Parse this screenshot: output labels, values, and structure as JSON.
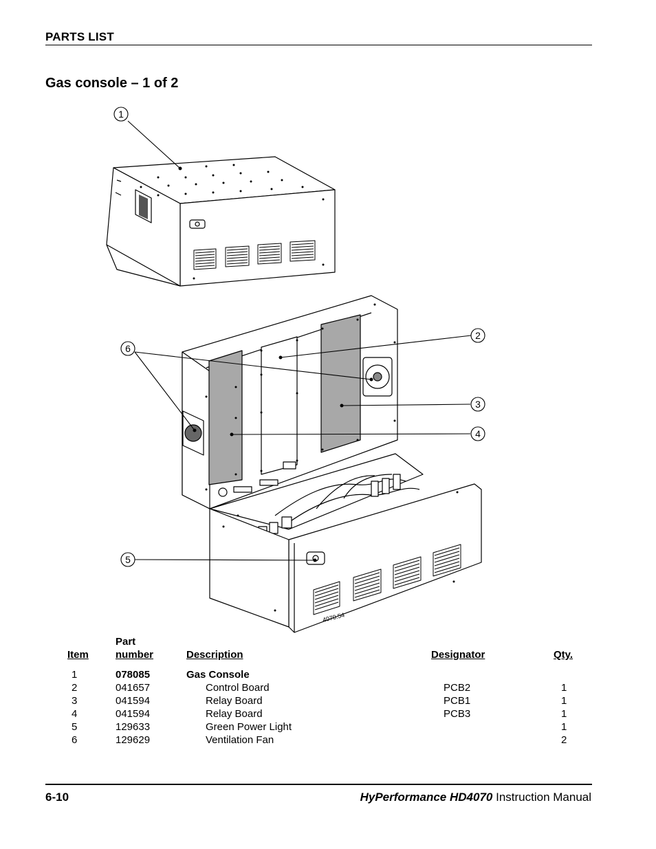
{
  "header": {
    "section": "PARTS LIST"
  },
  "page_title": "Gas console – 1 of 2",
  "figure": {
    "callouts": [
      "1",
      "2",
      "3",
      "4",
      "5",
      "6"
    ],
    "drawing_code": "4070.54"
  },
  "table": {
    "headers": {
      "item": "Item",
      "part_line1": "Part",
      "part_line2": "number",
      "description": "Description",
      "designator": "Designator",
      "qty": "Qty."
    },
    "rows": [
      {
        "item": "1",
        "part": "078085",
        "description": "Gas Console",
        "designator": "",
        "qty": ""
      },
      {
        "item": "2",
        "part": "041657",
        "description": "Control Board",
        "designator": "PCB2",
        "qty": "1"
      },
      {
        "item": "3",
        "part": "041594",
        "description": "Relay Board",
        "designator": "PCB1",
        "qty": "1"
      },
      {
        "item": "4",
        "part": "041594",
        "description": "Relay Board",
        "designator": "PCB3",
        "qty": "1"
      },
      {
        "item": "5",
        "part": "129633",
        "description": "Green Power Light",
        "designator": "",
        "qty": "1"
      },
      {
        "item": "6",
        "part": "129629",
        "description": "Ventilation Fan",
        "designator": "",
        "qty": "2"
      }
    ]
  },
  "footer": {
    "page_number": "6-10",
    "product": "HyPerformance HD4070",
    "manual": "Instruction Manual"
  }
}
